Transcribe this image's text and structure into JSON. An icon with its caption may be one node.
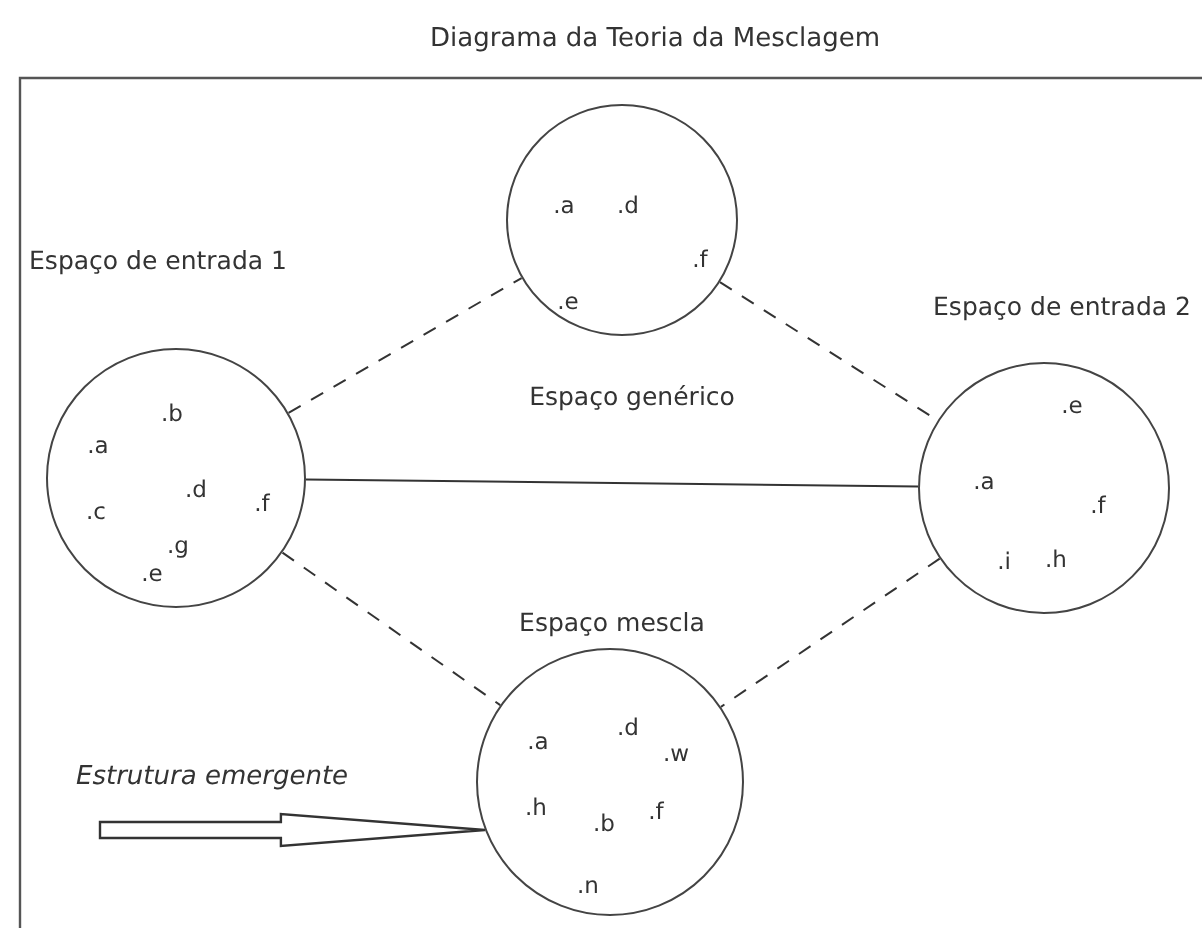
{
  "diagram": {
    "title": "Diagrama da Teoria da Mesclagem",
    "nodes": [
      {
        "text": [
          "Espaço genérico",
          ".a",
          ".d",
          ".f",
          ".e"
        ]
      },
      {
        "text": [
          "Espaço de entrada 1",
          ".b",
          ".a",
          ".d",
          ".c",
          ".f",
          ".g",
          ".e"
        ]
      },
      {
        "text": [
          "Espaço de entrada 2",
          ".e",
          ".a",
          ".f",
          ".i",
          ".h"
        ]
      },
      {
        "text": [
          "Espaço mescla",
          ".a",
          ".d",
          ".w",
          ".h",
          ".b",
          ".f",
          ".n"
        ]
      }
    ],
    "edges": [
      {
        "from": 1,
        "to": 0,
        "arrow": "none",
        "style": "dashed"
      },
      {
        "from": 0,
        "to": 2,
        "arrow": "none",
        "style": "dashed"
      },
      {
        "from": 1,
        "to": 2,
        "arrow": "none"
      },
      {
        "from": 1,
        "to": 3,
        "arrow": "none",
        "style": "dashed"
      },
      {
        "from": 2,
        "to": 3,
        "arrow": "none",
        "style": "dashed"
      },
      {
        "from": null,
        "to": 3,
        "arrow": "to",
        "label": "Estrutura emergente",
        "style": "thick"
      }
    ]
  }
}
